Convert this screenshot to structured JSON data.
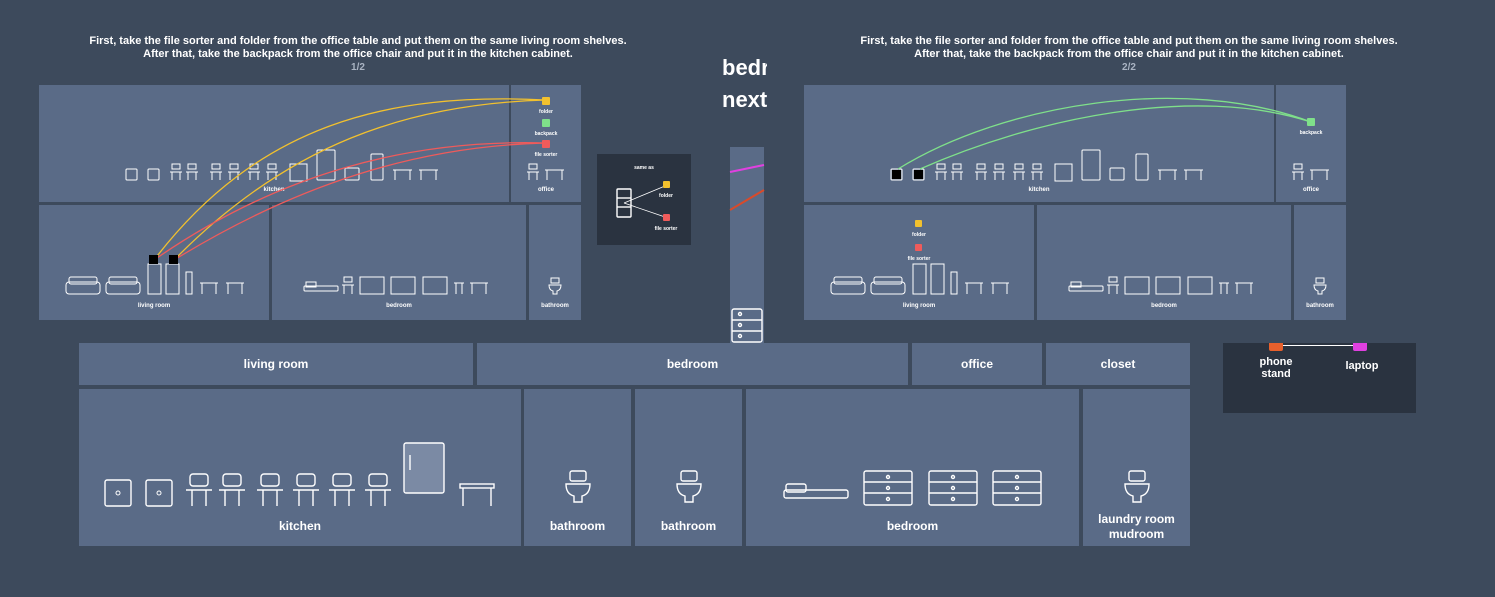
{
  "instructions": {
    "left": {
      "line1": "First, take the file sorter and folder from the office table and put them on the same living room shelves.",
      "line2": "After that, take the backpack from the office chair and put it in the kitchen cabinet.",
      "page": "1/2"
    },
    "right": {
      "line1": "First, take the file sorter and folder from the office table and put them on the same living room shelves.",
      "line2": "After that, take the backpack from the office chair and put it in the kitchen cabinet.",
      "page": "2/2"
    }
  },
  "background_fragments": {
    "word1": "bedr",
    "word2": "next"
  },
  "main_rooms": {
    "living_room": "living room",
    "bedroom_top": "bedroom",
    "office": "office",
    "closet": "closet",
    "kitchen": "kitchen",
    "bathroom1": "bathroom",
    "bathroom2": "bathroom",
    "bedroom_bottom": "bedroom",
    "laundry": "laundry room\nmudroom"
  },
  "side_legend": {
    "item1": "phone\nstand",
    "item2": "laptop",
    "color1": "#e8602c",
    "color2": "#e040e0"
  },
  "same_as": {
    "title": "same as",
    "item1": "folder",
    "item2": "file sorter"
  },
  "panel1": {
    "rooms": {
      "kitchen": "kitchen",
      "office": "office",
      "living_room": "living room",
      "bedroom": "bedroom",
      "bathroom": "bathroom"
    },
    "objects": {
      "folder": "folder",
      "backpack": "backpack",
      "file_sorter": "file sorter"
    }
  },
  "panel2": {
    "rooms": {
      "kitchen": "kitchen",
      "office": "office",
      "living_room": "living room",
      "bedroom": "bedroom",
      "bathroom": "bathroom"
    },
    "objects": {
      "backpack": "backpack",
      "folder": "folder",
      "file_sorter": "file sorter"
    }
  },
  "colors": {
    "folder": "#f2c12e",
    "backpack": "#7fe08a",
    "file_sorter": "#ef5b5b",
    "room": "#5a6b87",
    "background": "#3d4a5c"
  }
}
